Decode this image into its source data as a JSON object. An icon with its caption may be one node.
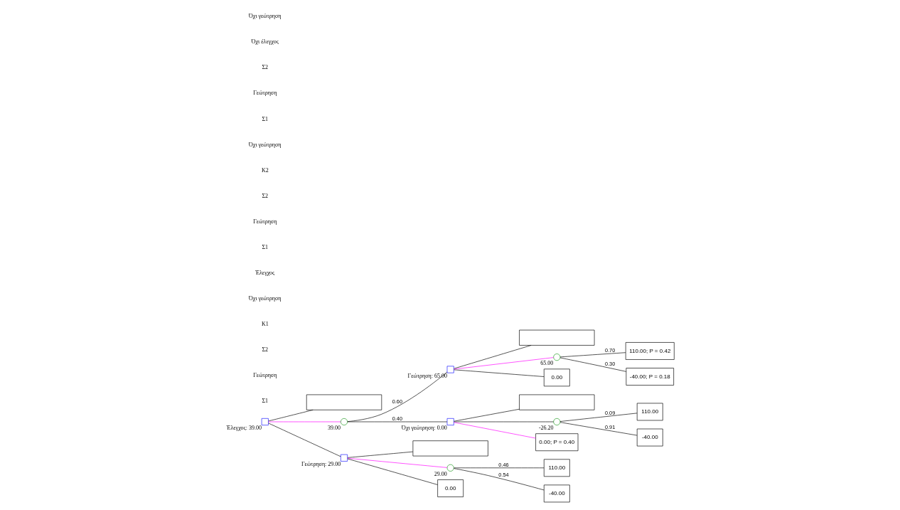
{
  "diagram": {
    "nodes": [
      {
        "text": [],
        "shape": "box",
        "beside": [
          "Έλεγχος: 39.00"
        ]
      },
      {
        "text": [],
        "shape": "box"
      },
      {
        "text": [],
        "shape": "circle",
        "beside": [
          "39.00"
        ]
      },
      {
        "text": [],
        "shape": "box",
        "beside": [
          "Γεώτρηση: 65.00"
        ]
      },
      {
        "text": [],
        "shape": "box"
      },
      {
        "text": [],
        "shape": "circle",
        "beside": [
          "65.00"
        ]
      },
      {
        "text": [
          "110.00; P = 0.42"
        ]
      },
      {
        "text": [
          "-40.00; P = 0.18"
        ]
      },
      {
        "text": [
          "0.00"
        ]
      },
      {
        "text": [],
        "shape": "box",
        "beside": [
          "Όχι γεώτρηση: 0.00"
        ]
      },
      {
        "text": [],
        "shape": "box"
      },
      {
        "text": [],
        "shape": "circle",
        "beside": [
          "-26.20"
        ]
      },
      {
        "text": [
          "110.00"
        ]
      },
      {
        "text": [
          "-40.00"
        ]
      },
      {
        "text": [
          "0.00; P = 0.40"
        ]
      },
      {
        "text": [],
        "shape": "box",
        "beside": [
          "Γεώτρηση: 29.00"
        ]
      },
      {
        "text": [],
        "shape": "box"
      },
      {
        "text": [],
        "shape": "circle",
        "beside": [
          "29.00"
        ]
      },
      {
        "text": [
          "110.00"
        ]
      },
      {
        "text": [
          "-40.00"
        ]
      },
      {
        "text": [
          "0.00"
        ]
      }
    ],
    "edges": [
      {
        "from": 0,
        "to": 2,
        "arrow": "none",
        "color": "#ff00ff"
      },
      {
        "from": 0,
        "to": 1,
        "arrow": "none"
      },
      {
        "from": 0,
        "to": 15,
        "arrow": "none"
      },
      {
        "from": 2,
        "to": 3,
        "arrow": "none",
        "label": "0.60"
      },
      {
        "from": 2,
        "to": 9,
        "arrow": "none",
        "label": "0.40"
      },
      {
        "from": 3,
        "to": 5,
        "arrow": "none",
        "color": "#ff00ff"
      },
      {
        "from": 3,
        "to": 4,
        "arrow": "none"
      },
      {
        "from": 3,
        "to": 8,
        "arrow": "none"
      },
      {
        "from": 5,
        "to": 6,
        "arrow": "none",
        "label": "0.70"
      },
      {
        "from": 5,
        "to": 7,
        "arrow": "none",
        "label": "0.30"
      },
      {
        "from": 9,
        "to": 11,
        "arrow": "none"
      },
      {
        "from": 9,
        "to": 10,
        "arrow": "none"
      },
      {
        "from": 9,
        "to": 14,
        "arrow": "none",
        "color": "#ff00ff"
      },
      {
        "from": 11,
        "to": 12,
        "arrow": "none",
        "label": "0.09"
      },
      {
        "from": 11,
        "to": 13,
        "arrow": "none",
        "label": "0.91"
      },
      {
        "from": 15,
        "to": 17,
        "arrow": "none",
        "color": "#ff00ff"
      },
      {
        "from": 15,
        "to": 16,
        "arrow": "none"
      },
      {
        "from": 15,
        "to": 20,
        "arrow": "none"
      },
      {
        "from": 17,
        "to": 18,
        "arrow": "none",
        "label": "0.46"
      },
      {
        "from": 17,
        "to": 19,
        "arrow": "none",
        "label": "0.54"
      }
    ],
    "labels": [
      "Σ1",
      "Γεώτρηση",
      "Σ2",
      "Κ1",
      "Όχι γεώτρηση",
      "Έλεγχος",
      "Σ1",
      "Γεώτρηση",
      "Σ2",
      "Κ2",
      "Όχι γεώτρηση",
      "Σ1",
      "Γεώτρηση",
      "Σ2",
      "Όχι έλεγχος",
      "Όχι γεώτρηση"
    ]
  }
}
